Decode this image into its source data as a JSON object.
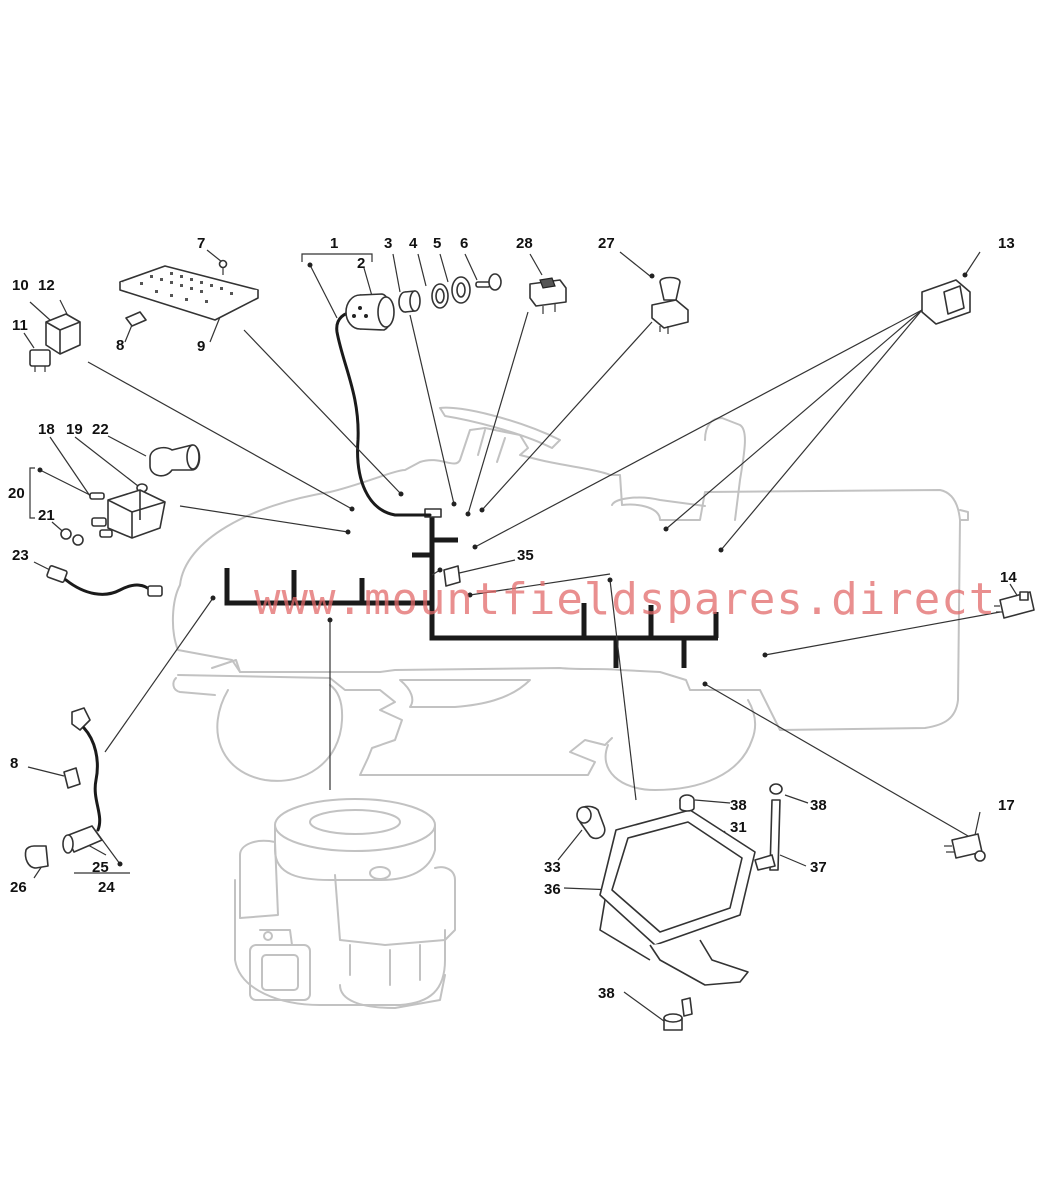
{
  "watermark": "www.mountfieldspares.direct",
  "colors": {
    "line": "#333333",
    "ghost": "#c2c2c2",
    "watermark": "#e26a6a"
  },
  "callouts": [
    "1",
    "2",
    "3",
    "4",
    "5",
    "6",
    "7",
    "8",
    "9",
    "10",
    "11",
    "12",
    "13",
    "14",
    "17",
    "18",
    "19",
    "20",
    "21",
    "22",
    "23",
    "24",
    "25",
    "26",
    "27",
    "28",
    "31",
    "33",
    "35",
    "36",
    "37",
    "38"
  ]
}
